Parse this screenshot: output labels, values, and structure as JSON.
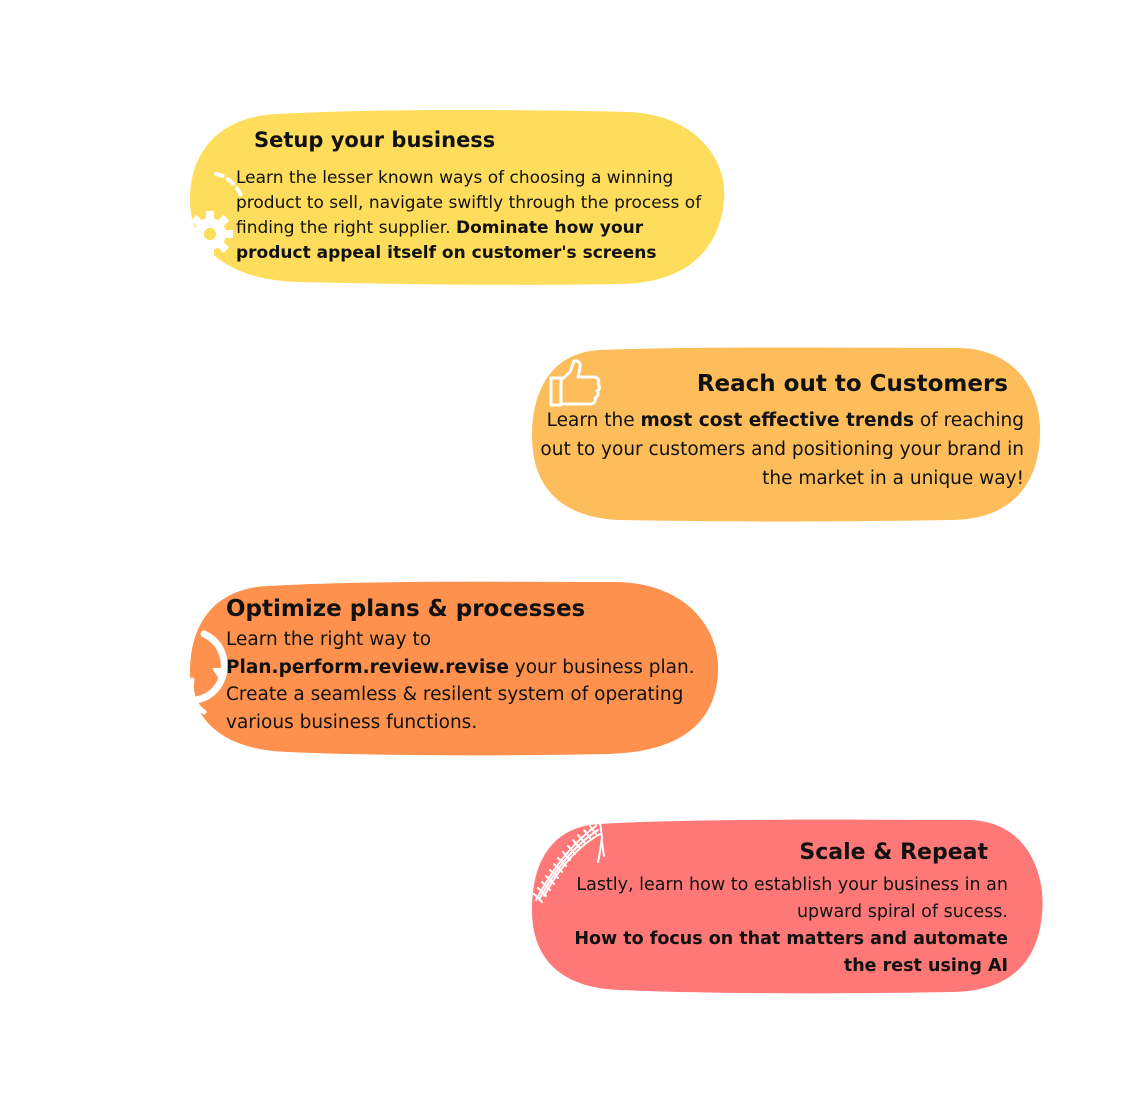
{
  "cards": [
    {
      "title": "Setup your business",
      "body_plain": "Learn the lesser known ways of choosing a winning product to sell, navigate swiftly through the process of finding the right supplier. ",
      "body_bold": "Dominate how your product appeal itself on customer's screens",
      "color": "#FEDD5C",
      "icon": "gear-icon"
    },
    {
      "title": "Reach out to Customers",
      "body_pre": "Learn the ",
      "body_bold": "most cost effective trends",
      "body_post": " of reaching out to your customers and positioning your brand in the market in a unique way!",
      "color": "#FDBD5B",
      "icon": "thumbs-up-icon"
    },
    {
      "title": "Optimize plans & processes",
      "body_pre": "Learn the right way to ",
      "body_bold": "Plan.perform.review.revise",
      "body_post": " your business plan.  Create a seamless & resilent system of operating various business functions.",
      "color": "#FE914D",
      "icon": "refresh-arrow-icon"
    },
    {
      "title": "Scale & Repeat",
      "body_plain": "Lastly, learn how to establish your business in an upward spiral of sucess.",
      "body_bold": "How to focus on that matters and automate the rest using AI",
      "color": "#FF7878",
      "icon": "rocket-sketch-icon"
    }
  ]
}
